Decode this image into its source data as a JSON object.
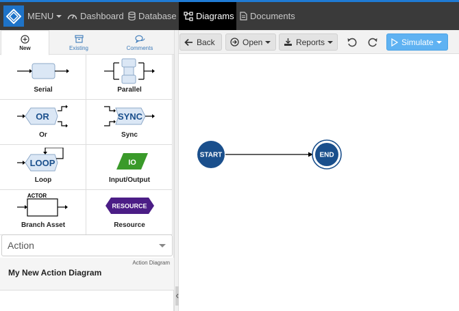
{
  "nav": {
    "menu_label": "MENU",
    "items": [
      {
        "label": "Dashboard",
        "icon": "gauge-icon"
      },
      {
        "label": "Database",
        "icon": "database-icon"
      },
      {
        "label": "Diagrams",
        "icon": "diagram-icon",
        "active": true
      },
      {
        "label": "Documents",
        "icon": "document-icon"
      }
    ]
  },
  "left_tabs": [
    {
      "label": "New",
      "icon": "plus-circle-icon",
      "active": true
    },
    {
      "label": "Existing",
      "icon": "archive-icon"
    },
    {
      "label": "Comments",
      "icon": "comments-icon"
    }
  ],
  "palette": [
    {
      "label": "Serial"
    },
    {
      "label": "Parallel"
    },
    {
      "label": "Or",
      "shape_text": "OR"
    },
    {
      "label": "Sync",
      "shape_text": "SYNC"
    },
    {
      "label": "Loop",
      "shape_text": "LOOP"
    },
    {
      "label": "Input/Output",
      "shape_text": "IO"
    },
    {
      "label": "Branch Asset",
      "shape_text": "ACTOR"
    },
    {
      "label": "Resource",
      "shape_text": "RESOURCE"
    }
  ],
  "action_select": {
    "value": "Action"
  },
  "diagram_info": {
    "type": "Action Diagram",
    "name": "My New Action Diagram"
  },
  "toolbar": {
    "back": "Back",
    "open": "Open",
    "reports": "Reports",
    "simulate": "Simulate"
  },
  "canvas": {
    "start_label": "START",
    "end_label": "END"
  },
  "colors": {
    "accent": "#1f7bd4",
    "node": "#1a4f8c",
    "io_green": "#3a9a2a",
    "resource_purple": "#4b1d86",
    "simulate": "#5fb2f2"
  }
}
